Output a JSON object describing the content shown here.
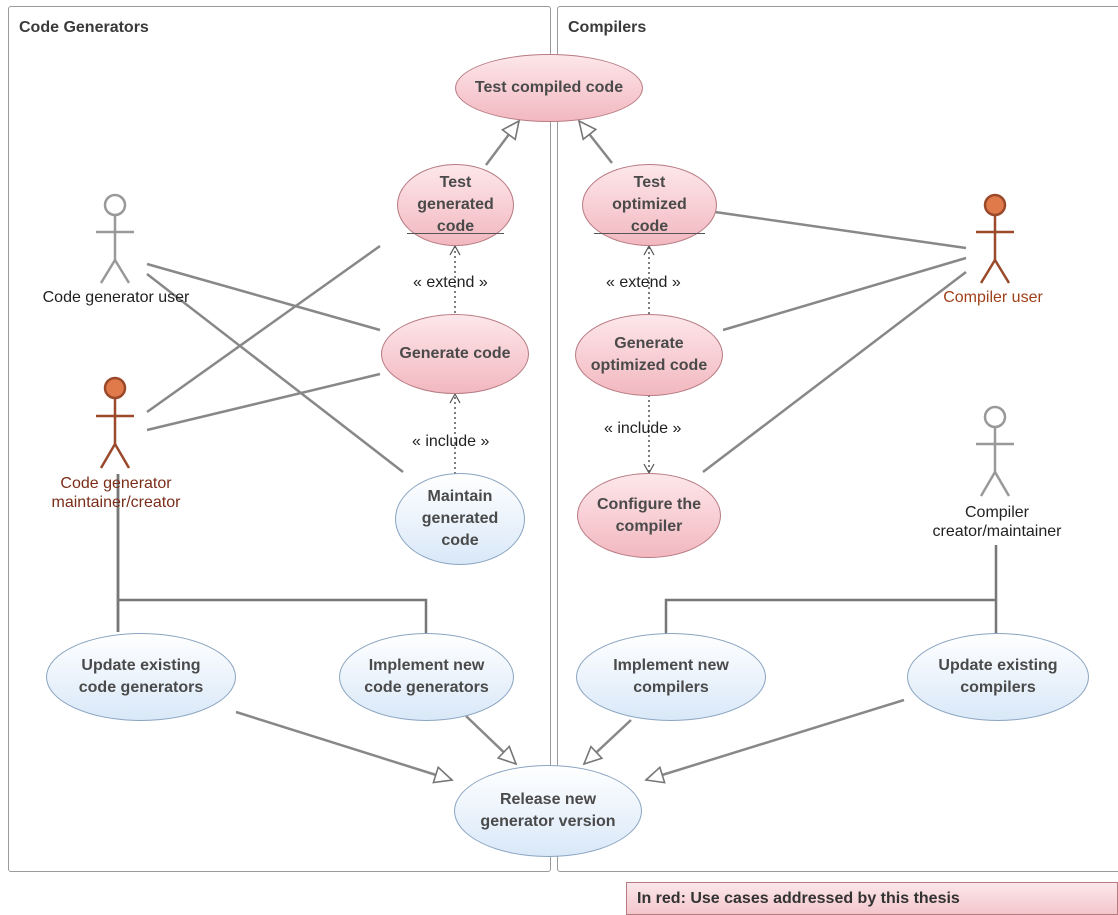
{
  "frames": {
    "left_title": "Code Generators",
    "right_title": "Compilers"
  },
  "use_cases": {
    "test_compiled": "Test compiled code",
    "test_generated": "Test\ngenerated\ncode",
    "generate_code": "Generate code",
    "maintain_generated": "Maintain\ngenerated\ncode",
    "test_optimized": "Test\noptimized\ncode",
    "generate_optimized": "Generate\noptimized code",
    "configure_compiler": "Configure the\ncompiler",
    "update_generators": "Update existing\ncode generators",
    "implement_generators": "Implement new\ncode generators",
    "implement_compilers": "Implement new\ncompilers",
    "update_compilers": "Update existing\ncompilers",
    "release": "Release new\ngenerator version"
  },
  "actors": {
    "code_generator_user": "Code generator user",
    "code_generator_maintainer": "Code generator\nmaintainer/creator",
    "compiler_user": "Compiler user",
    "compiler_creator": "Compiler\ncreator/maintainer"
  },
  "stereotypes": {
    "extend_left": "« extend »",
    "include_left": "« include »",
    "extend_right": "« extend »",
    "include_right": "« include »"
  },
  "legend": {
    "text": "In red: Use cases addressed by this thesis"
  },
  "colors": {
    "addressed_use_case": "#f2b8c0",
    "other_use_case": "#d9e8f8",
    "highlighted_actor": "#e07a4a",
    "plain_actor": "#ffffff"
  }
}
